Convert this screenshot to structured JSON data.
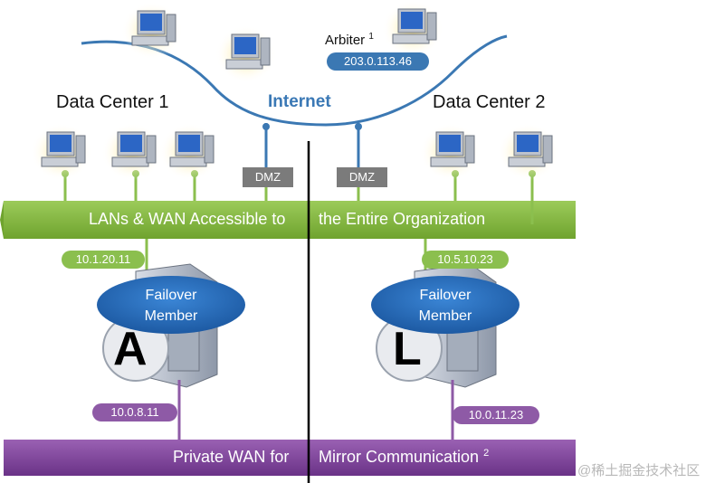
{
  "internet_label": "Internet",
  "data_center_1": "Data Center 1",
  "data_center_2": "Data Center 2",
  "arbiter": {
    "label": "Arbiter",
    "footnote": "1",
    "ip": "203.0.113.46"
  },
  "dmz_label": "DMZ",
  "lan_bar": {
    "left_text": "LANs & WAN Accessible to",
    "right_text": "the Entire Organization",
    "color": "#7fb23c"
  },
  "wan_bar": {
    "left_text": "Private WAN for",
    "right_text": "Mirror Communication",
    "footnote": "2",
    "color": "#7a3f97"
  },
  "member_a": {
    "lan_ip": "10.1.20.11",
    "wan_ip": "10.0.8.11",
    "role_line1": "Failover",
    "role_line2": "Member",
    "letter": "A"
  },
  "member_b": {
    "lan_ip": "10.5.10.23",
    "wan_ip": "10.0.11.23",
    "role_line1": "Failover",
    "role_line2": "Member",
    "letter": "L"
  },
  "watermark": "@稀土掘金技术社区",
  "colors": {
    "internet_blue": "#3b78b3",
    "lan_green": "#8bbf4e",
    "wan_purple": "#8e5aa6",
    "dmz_gray": "#7b7b7b",
    "server_oval": "#2a6ebb"
  }
}
